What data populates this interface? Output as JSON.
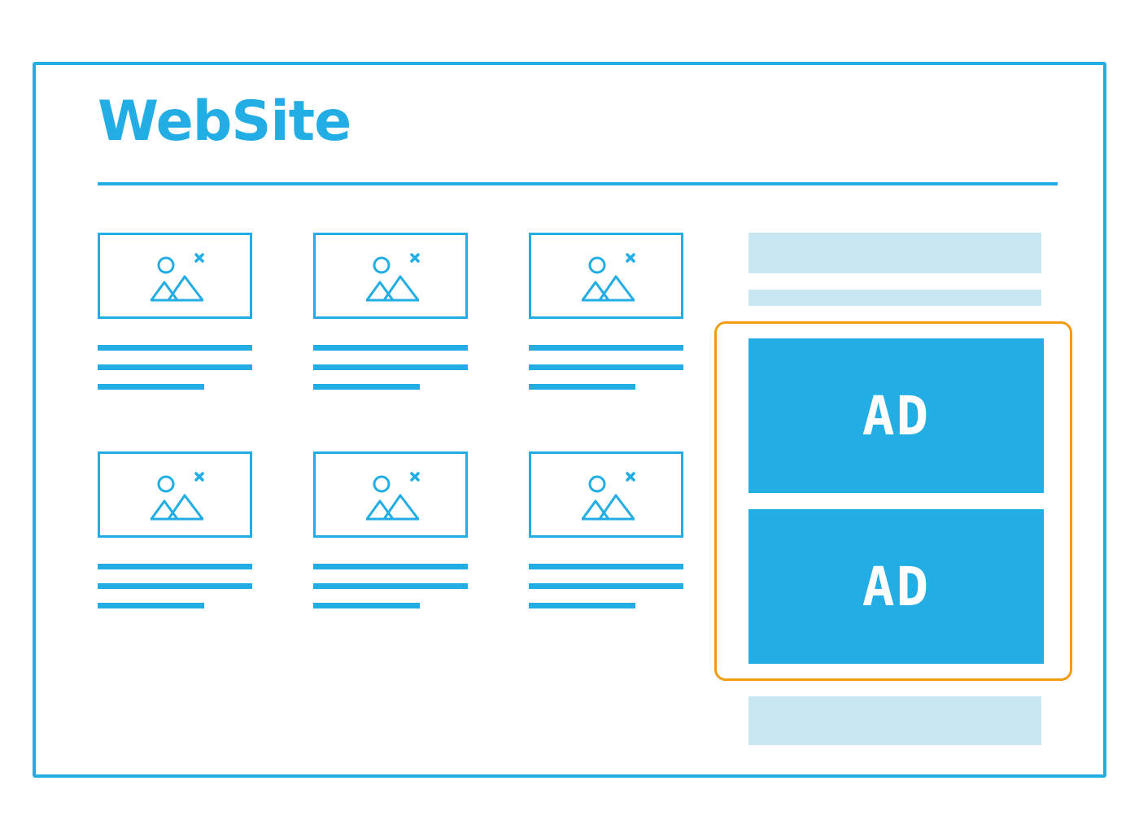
{
  "site": {
    "title": "WebSite"
  },
  "content_cards": [
    {
      "image_icon": "image-placeholder-icon"
    },
    {
      "image_icon": "image-placeholder-icon"
    },
    {
      "image_icon": "image-placeholder-icon"
    },
    {
      "image_icon": "image-placeholder-icon"
    },
    {
      "image_icon": "image-placeholder-icon"
    },
    {
      "image_icon": "image-placeholder-icon"
    }
  ],
  "sidebar": {
    "ads": [
      {
        "label": "AD"
      },
      {
        "label": "AD"
      }
    ]
  },
  "colors": {
    "primary": "#22ade4",
    "placeholder": "#c9e7f3",
    "highlight": "#f39c12",
    "background": "#ffffff",
    "ad_text": "#ffffff"
  }
}
